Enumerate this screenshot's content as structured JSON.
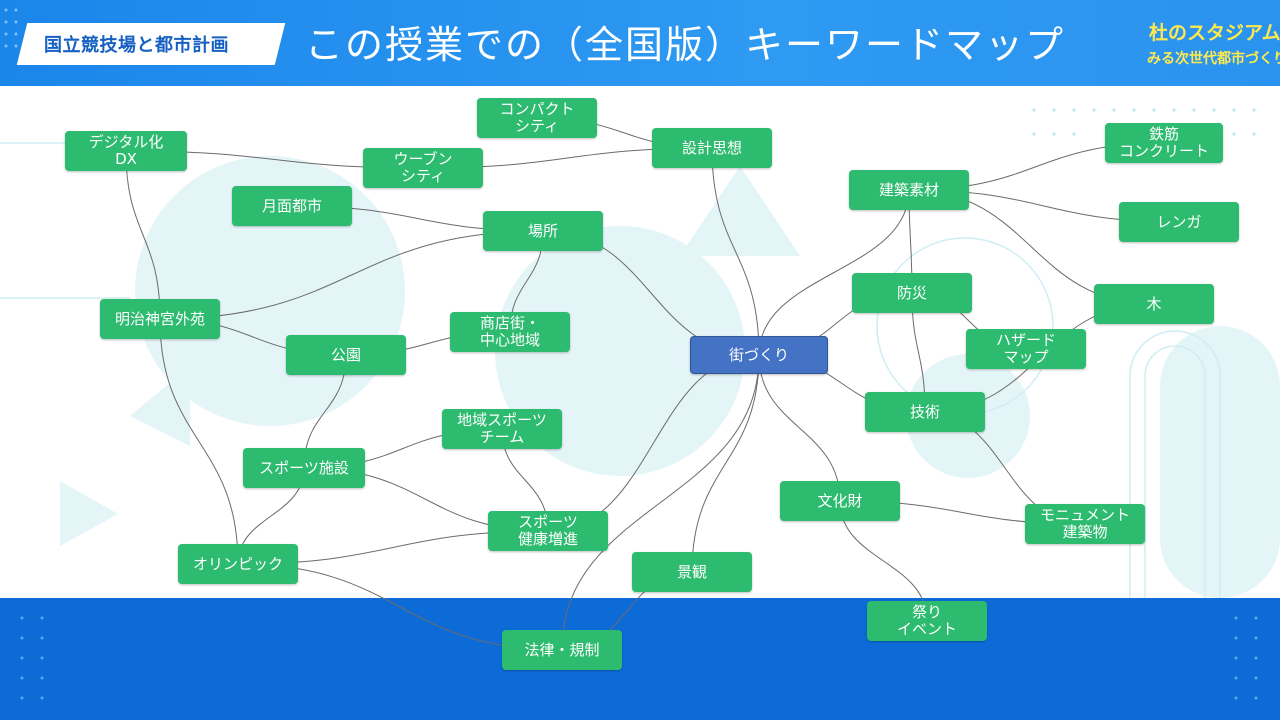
{
  "header": {
    "tag": "国立競技場と都市計画",
    "title": "この授業での（全国版）キーワードマップ",
    "logo_line1": "杜のスタジアムに",
    "logo_line2": "みる次世代都市づくり"
  },
  "colors": {
    "header_blue": "#1b86ea",
    "footer_blue": "#0d6bd8",
    "node_green": "#2dbb6f",
    "center_node_blue": "#4472c4",
    "edge_gray": "#6b6b6b",
    "logo_yellow": "#ffe94d"
  },
  "nodes": [
    {
      "id": "digital",
      "label": "デジタル化\nDX"
    },
    {
      "id": "compact",
      "label": "コンパクト\nシティ"
    },
    {
      "id": "woven",
      "label": "ウーブン\nシティ"
    },
    {
      "id": "sekkei",
      "label": "設計思想"
    },
    {
      "id": "moon",
      "label": "月面都市"
    },
    {
      "id": "basho",
      "label": "場所"
    },
    {
      "id": "meiji",
      "label": "明治神宮外苑"
    },
    {
      "id": "shotengai",
      "label": "商店街・\n中心地域"
    },
    {
      "id": "koen",
      "label": "公園"
    },
    {
      "id": "machi",
      "label": "街づくり"
    },
    {
      "id": "kenchiku",
      "label": "建築素材"
    },
    {
      "id": "tekkin",
      "label": "鉄筋\nコンクリート"
    },
    {
      "id": "renga",
      "label": "レンガ"
    },
    {
      "id": "ki",
      "label": "木"
    },
    {
      "id": "bosai",
      "label": "防災"
    },
    {
      "id": "hazard",
      "label": "ハザード\nマップ"
    },
    {
      "id": "gijutsu",
      "label": "技術"
    },
    {
      "id": "chiiki",
      "label": "地域スポーツ\nチーム"
    },
    {
      "id": "sports_shisetsu",
      "label": "スポーツ施設"
    },
    {
      "id": "sports_kenko",
      "label": "スポーツ\n健康増進"
    },
    {
      "id": "bunkazai",
      "label": "文化財"
    },
    {
      "id": "monument",
      "label": "モニュメント\n建築物"
    },
    {
      "id": "olympic",
      "label": "オリンピック"
    },
    {
      "id": "keikan",
      "label": "景観"
    },
    {
      "id": "matsuri",
      "label": "祭り\nイベント"
    },
    {
      "id": "horitsu",
      "label": "法律・規制"
    }
  ],
  "edges": [
    [
      "digital",
      "woven"
    ],
    [
      "woven",
      "sekkei"
    ],
    [
      "compact",
      "sekkei"
    ],
    [
      "sekkei",
      "machi"
    ],
    [
      "moon",
      "basho"
    ],
    [
      "basho",
      "meiji"
    ],
    [
      "basho",
      "shotengai"
    ],
    [
      "basho",
      "machi"
    ],
    [
      "meiji",
      "koen"
    ],
    [
      "meiji",
      "olympic"
    ],
    [
      "koen",
      "shotengai"
    ],
    [
      "koen",
      "sports_shisetsu"
    ],
    [
      "sports_shisetsu",
      "chiiki"
    ],
    [
      "sports_shisetsu",
      "sports_kenko"
    ],
    [
      "sports_shisetsu",
      "olympic"
    ],
    [
      "chiiki",
      "sports_kenko"
    ],
    [
      "olympic",
      "sports_kenko"
    ],
    [
      "olympic",
      "horitsu"
    ],
    [
      "machi",
      "sports_kenko"
    ],
    [
      "machi",
      "kenchiku"
    ],
    [
      "machi",
      "bosai"
    ],
    [
      "machi",
      "gijutsu"
    ],
    [
      "machi",
      "bunkazai"
    ],
    [
      "machi",
      "keikan"
    ],
    [
      "machi",
      "horitsu"
    ],
    [
      "kenchiku",
      "tekkin"
    ],
    [
      "kenchiku",
      "renga"
    ],
    [
      "kenchiku",
      "ki"
    ],
    [
      "kenchiku",
      "bosai"
    ],
    [
      "bosai",
      "hazard"
    ],
    [
      "bosai",
      "gijutsu"
    ],
    [
      "ki",
      "gijutsu"
    ],
    [
      "gijutsu",
      "monument"
    ],
    [
      "bunkazai",
      "monument"
    ],
    [
      "bunkazai",
      "matsuri"
    ],
    [
      "keikan",
      "horitsu"
    ],
    [
      "digital",
      "meiji"
    ]
  ]
}
